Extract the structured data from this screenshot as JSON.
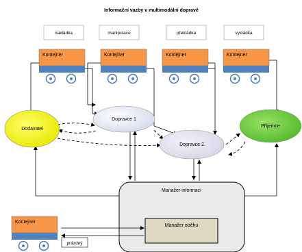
{
  "title": "Informační vazby v multimodální dopravě",
  "stages": [
    "nakládka",
    "manipulace",
    "překládka",
    "vykládka"
  ],
  "trucks": {
    "label": "Kontejner"
  },
  "nodes": {
    "supplier": "Dodavatel",
    "carrier1": "Dopravce 1",
    "carrier2": "Dopravce 2",
    "receiver": "Příjemce"
  },
  "manager": {
    "title": "Manažer informací",
    "inner": "Manažer oběhu"
  },
  "empty_label": "prázdný",
  "colors": {
    "container": "#f79646",
    "chassis": "#4f81bd",
    "supplier": "#ffff00",
    "receiver": "#66cc33",
    "carrier": "#dfe6f2",
    "manager_box": "#eaeaea",
    "manager_inner": "#ddd9c3",
    "stage_border": "#c0a4c8"
  }
}
